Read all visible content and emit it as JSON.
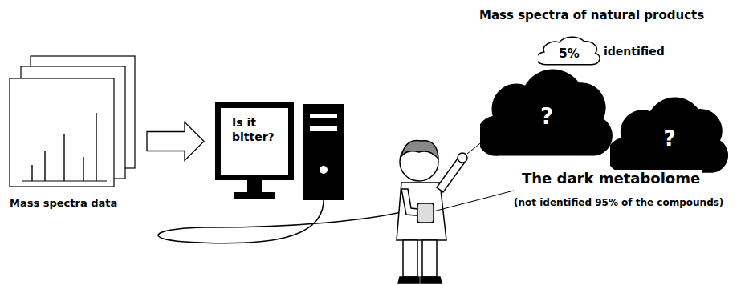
{
  "diagram": {
    "title": "Mass spectra of natural products",
    "nodes": [
      {
        "text": [
          "Mass spectra data"
        ]
      },
      {
        "text": [
          "Is it bitter?"
        ]
      },
      {
        "text": [
          "5%"
        ]
      },
      {
        "text": [
          "?"
        ]
      },
      {
        "text": [
          "?"
        ]
      }
    ],
    "edges": [
      {
        "from": 0,
        "to": 1,
        "arrow": "to"
      }
    ],
    "labels": [
      "identified",
      "The dark metabolome",
      "(not identified 95% of the compounds)"
    ]
  }
}
